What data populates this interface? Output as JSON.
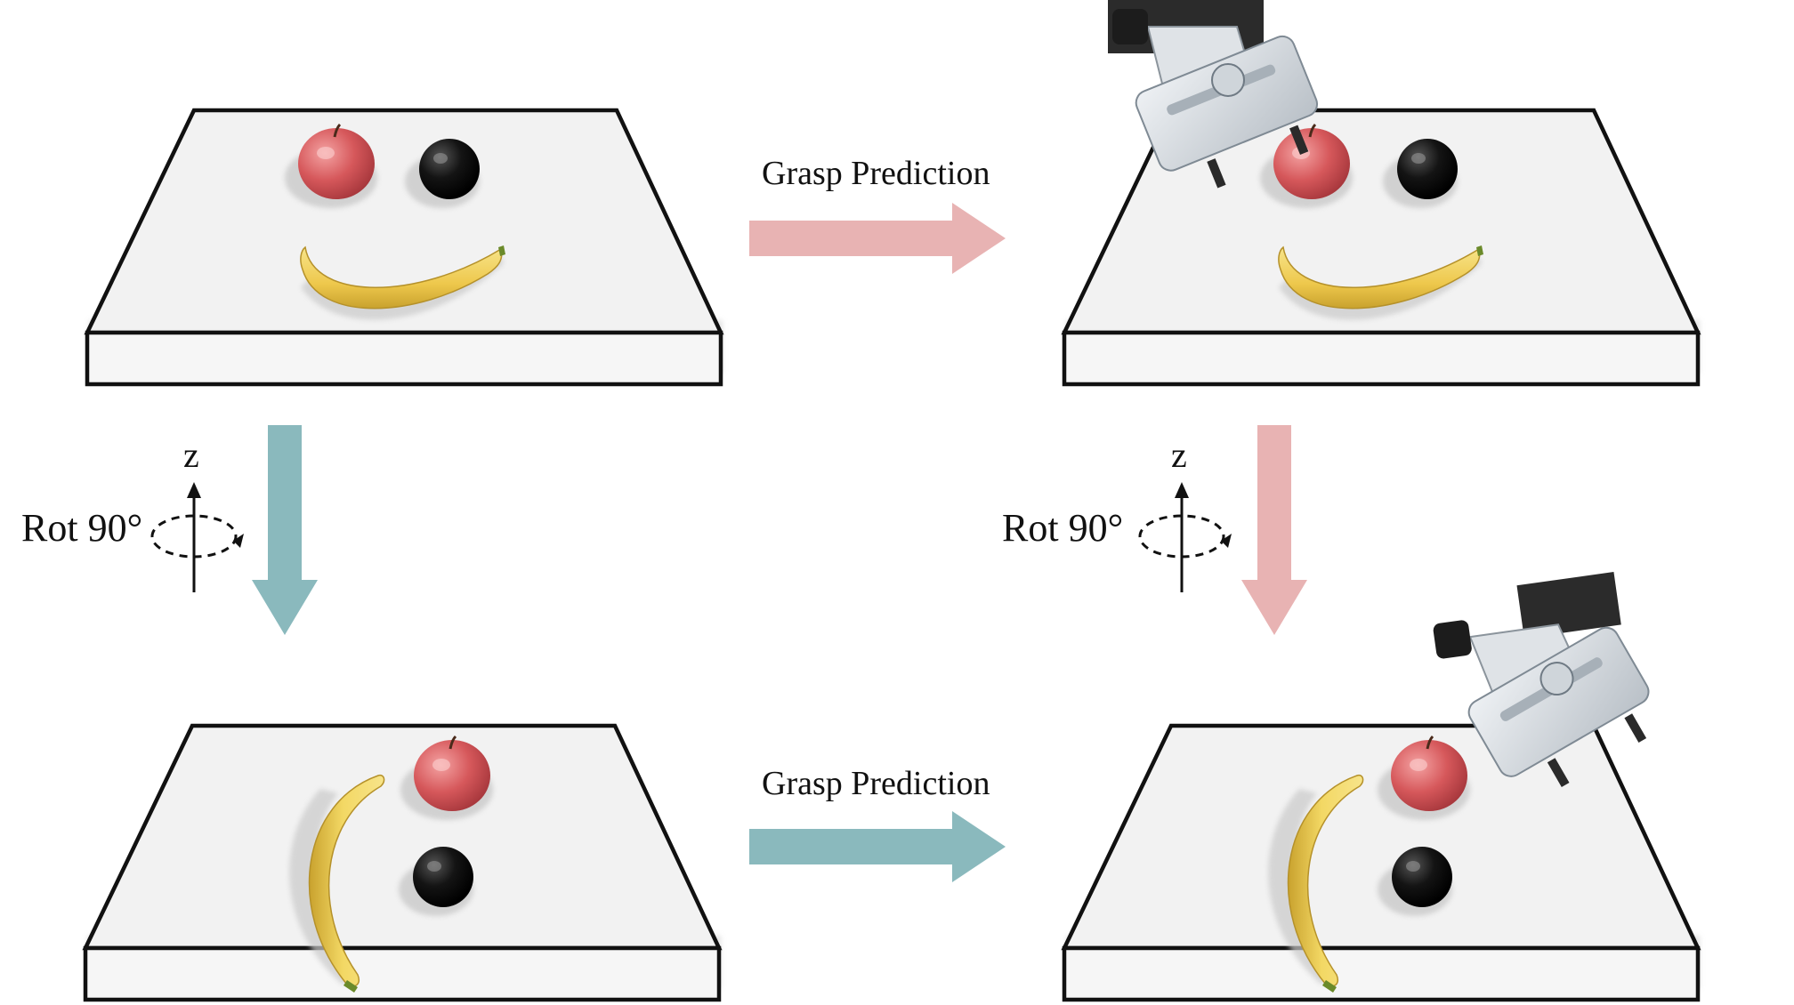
{
  "labels": {
    "grasp_prediction_top": "Grasp Prediction",
    "grasp_prediction_bottom": "Grasp Prediction",
    "rot_left": "Rot 90°",
    "rot_right": "Rot 90°",
    "axis_left": "z",
    "axis_right": "z"
  },
  "colors": {
    "pink_arrow": "#e8b3b3",
    "teal_arrow": "#8ab9bd",
    "table_top": "#f2f2f2",
    "table_side": "#f5f5f5",
    "table_edge": "#111111",
    "apple": "#d8585a",
    "plum": "#141414",
    "banana": "#f0d25a",
    "gripper": "#d3d8dd"
  }
}
